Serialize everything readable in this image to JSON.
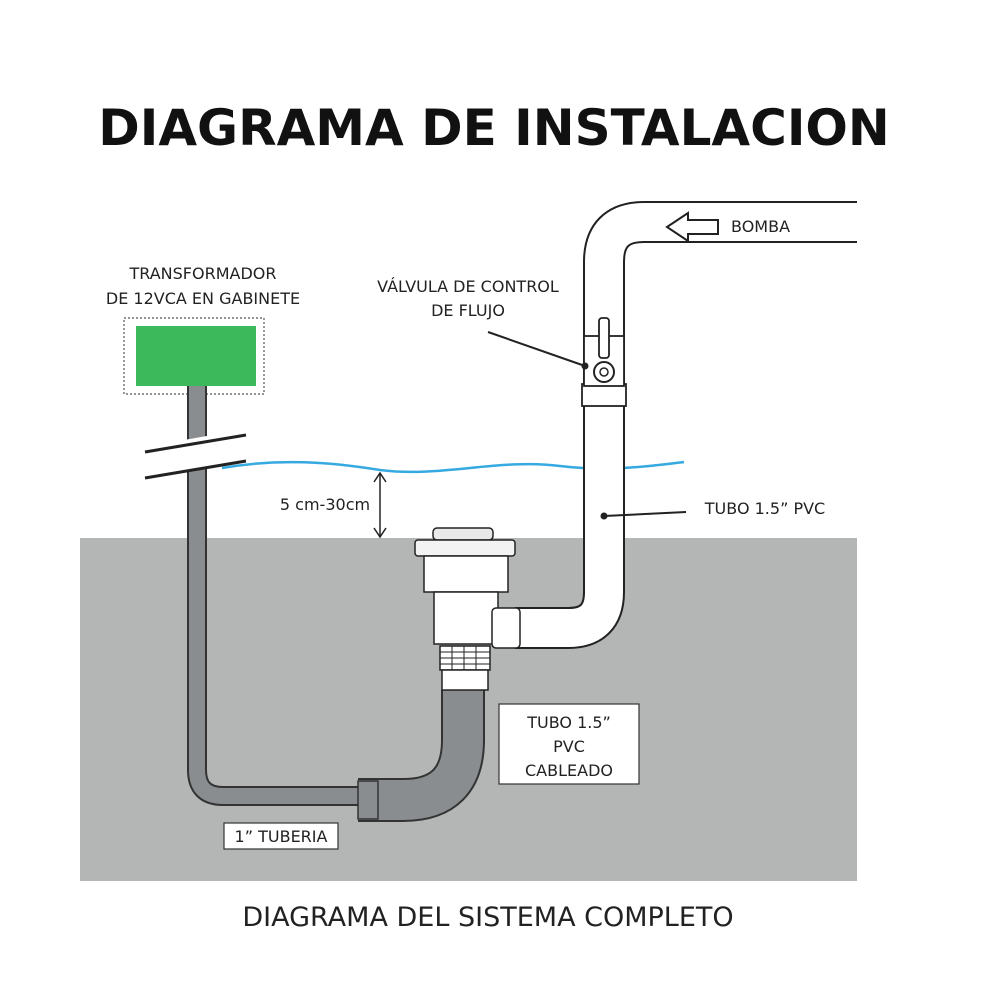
{
  "title": "DIAGRAMA DE INSTALACION",
  "caption": "DIAGRAMA DEL SISTEMA COMPLETO",
  "labels": {
    "transformer_line1": "TRANSFORMADOR",
    "transformer_line2": "DE 12VCA EN GABINETE",
    "valve_line1": "VÁLVULA DE CONTROL",
    "valve_line2": "DE FLUJO",
    "pump": "BOMBA",
    "depth": "5 cm-30cm",
    "pipe_right": "TUBO 1.5” PVC",
    "pipe_box_line1": "TUBO 1.5”",
    "pipe_box_line2": "PVC",
    "pipe_box_line3": "CABLEADO",
    "conduit": "1” TUBERIA"
  },
  "colors": {
    "ground": "#b3b6b4",
    "transformer": "#3cb95a",
    "water_line": "#36a9e1",
    "conduit": "#8a8d8f",
    "pipe": "#ffffff",
    "outline": "#222222"
  }
}
